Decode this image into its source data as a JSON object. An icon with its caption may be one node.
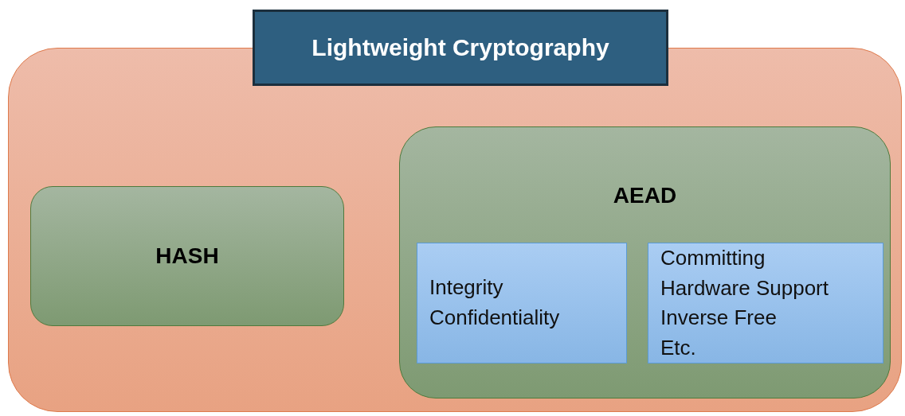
{
  "diagram": {
    "nodes": [
      {
        "text": [
          "Lightweight Cryptography"
        ]
      },
      {
        "text": [],
        "shape": "box"
      },
      {
        "text": [
          "HASH"
        ],
        "in": 1
      },
      {
        "text": [
          "AEAD"
        ],
        "in": 1
      },
      {
        "text": [
          "Integrity",
          "Confidentiality"
        ],
        "in": 3
      },
      {
        "text": [
          "Committing",
          "Hardware Support",
          "Inverse Free",
          "Etc."
        ],
        "in": 3
      }
    ]
  }
}
